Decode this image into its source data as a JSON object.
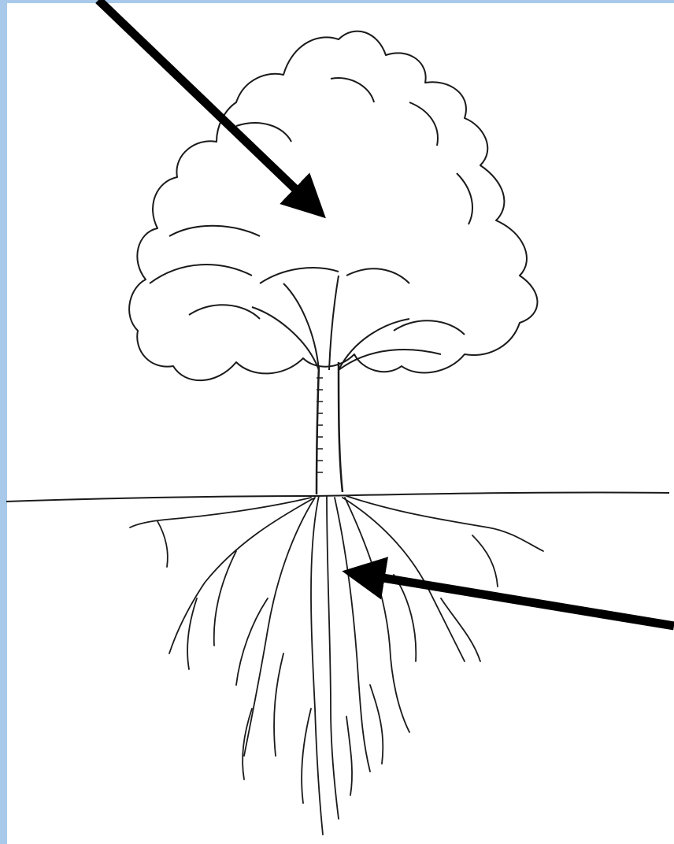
{
  "colors": {
    "frame": "#a9c9ea",
    "background": "#ffffff",
    "ink": "#1a1a1a",
    "arrow": "#000000"
  },
  "figure": {
    "parts": [
      "tree-canopy",
      "tree-trunk",
      "ground-line",
      "root-system"
    ],
    "arrows": [
      {
        "name": "canopy-arrow",
        "points_to": "tree-canopy"
      },
      {
        "name": "roots-arrow",
        "points_to": "root-system"
      }
    ]
  }
}
